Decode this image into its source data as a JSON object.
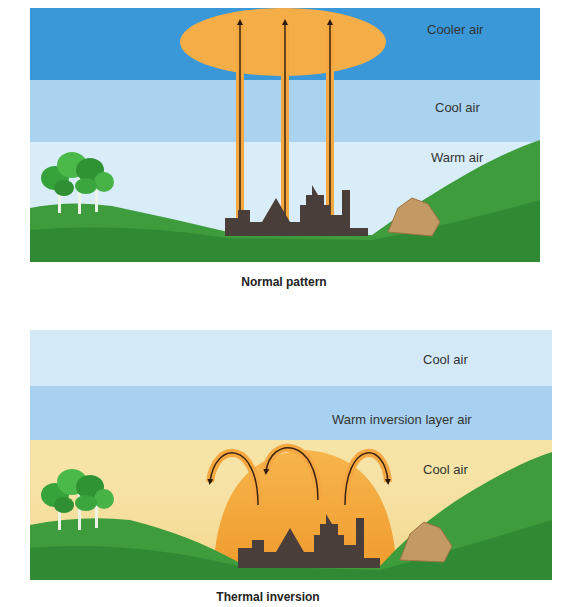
{
  "diagram": {
    "nodes": [
      {
        "text": [
          "Cooler air"
        ]
      },
      {
        "text": [
          "Cool air"
        ]
      },
      {
        "text": [
          "Warm air"
        ]
      },
      {
        "text": [
          "Cool air"
        ]
      },
      {
        "text": [
          "Warm inversion layer air"
        ]
      },
      {
        "text": [
          "Cool air"
        ]
      }
    ],
    "labels": [
      "Normal pattern",
      "Thermal inversion"
    ]
  }
}
